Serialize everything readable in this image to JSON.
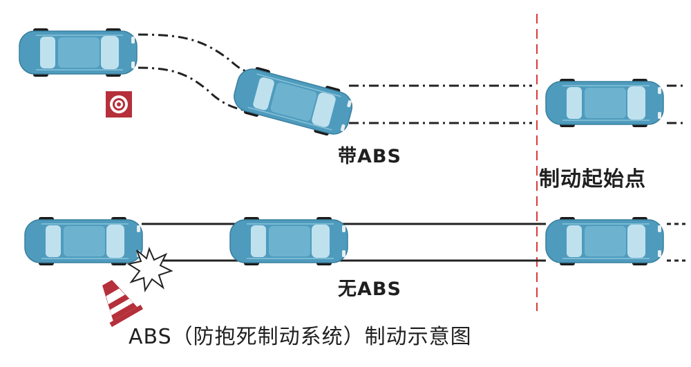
{
  "labels": {
    "with_abs": "带ABS",
    "without_abs": "无ABS",
    "braking_start": "制动起始点",
    "caption": "ABS（防抱死制动系统）制动示意图"
  },
  "colors": {
    "car_body": "#4e9bbd",
    "car_roof": "#6db3cf",
    "car_glass": "#bfe1ee",
    "tire": "#1c1c1c",
    "marker_line": "#d93a3a",
    "obstacle": "#b5303a",
    "track_line": "#222222"
  },
  "icons": {
    "obstacle_target": "target-sign-icon",
    "traffic_cone": "traffic-cone-icon",
    "collision": "collision-burst-icon"
  }
}
